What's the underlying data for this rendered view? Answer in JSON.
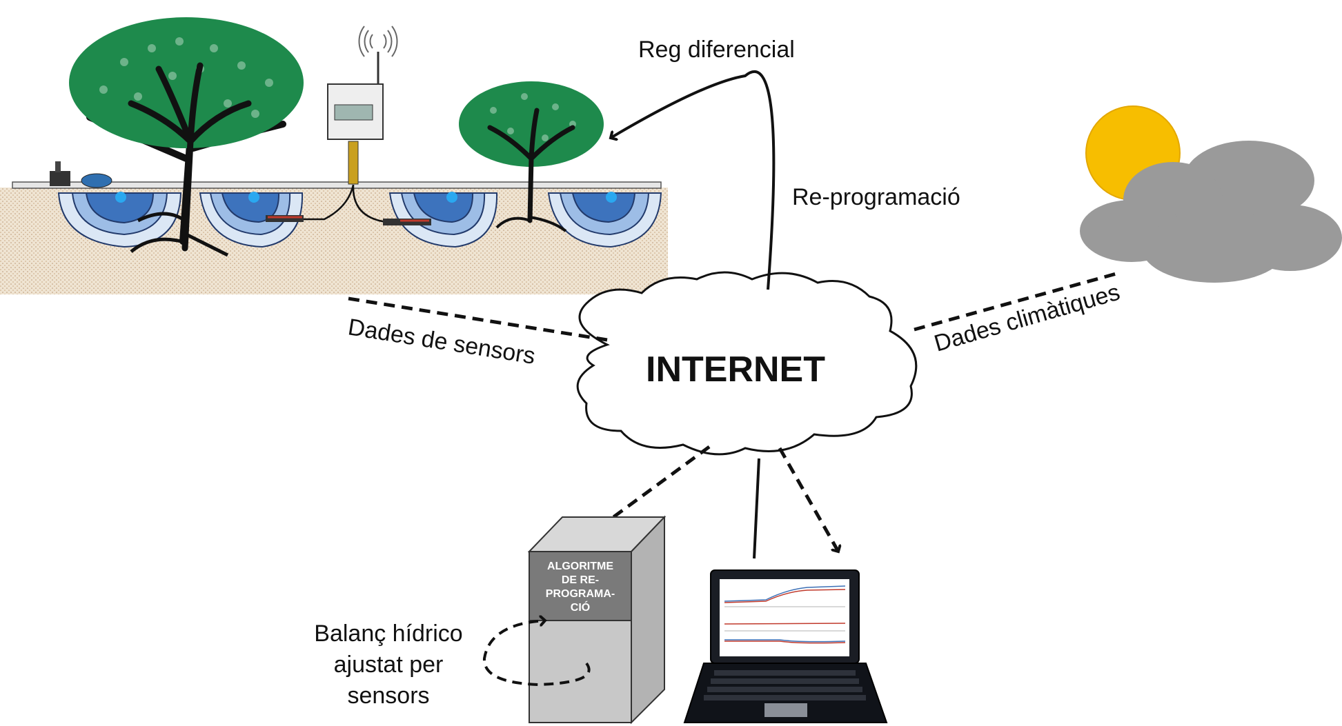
{
  "labels": {
    "reg_diferencial": "Reg diferencial",
    "reprogramacio": "Re-programació",
    "dades_sensors": "Dades de sensors",
    "dades_climatiques": "Dades climàtiques",
    "internet": "INTERNET",
    "balanc_line1": "Balanç hídrico",
    "balanc_line2": "ajustat per",
    "balanc_line3": "sensors"
  },
  "server": {
    "line1": "ALGORITME",
    "line2": "DE RE-",
    "line3": "PROGRAMA-",
    "line4": "CIÓ"
  },
  "colors": {
    "leaf_green": "#1e8a4c",
    "trunk": "#111111",
    "soil": "#e9dcc7",
    "water_dark": "#2a5fa6",
    "water_light": "#b7d0ee",
    "sun": "#f7be00",
    "cloud_grey": "#9a9a9a",
    "server_dark": "#7a7a7a",
    "server_light": "#c8c8c8"
  }
}
